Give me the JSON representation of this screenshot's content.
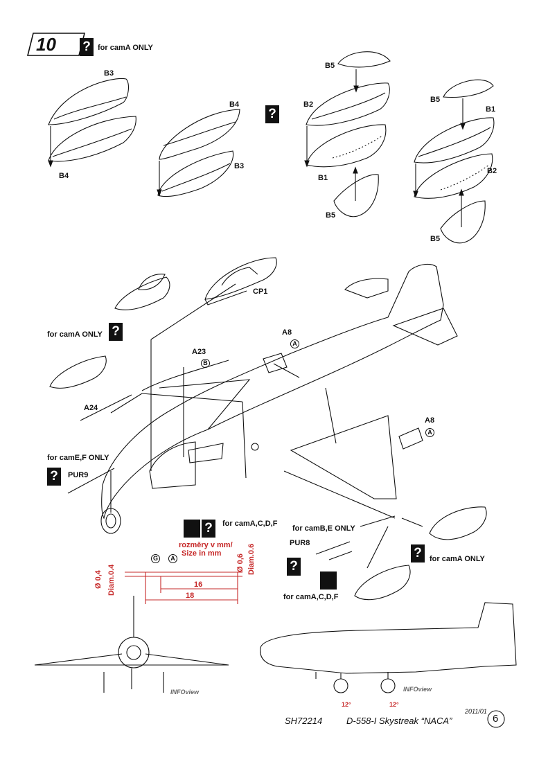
{
  "step": {
    "number": "10"
  },
  "notes": {
    "cam_a_only": "for camA ONLY",
    "cam_b_e_only": "for camB,E  ONLY",
    "cam_e_f_only": "for camE,F  ONLY",
    "cam_acdf_1": "for camA,C,D,F",
    "cam_acdf_2": "for camA,C,D,F"
  },
  "parts": {
    "b3_top": "B3",
    "b4_bottom": "B4",
    "b4_mid": "B4",
    "b3_mid": "B3",
    "b5_top_a": "B5",
    "b2_a": "B2",
    "b1_a": "B1",
    "b5_bottom_a": "B5",
    "b5_top_b": "B5",
    "b1_b": "B1",
    "b2_b": "B2",
    "b5_bottom_b": "B5",
    "cp1": "CP1",
    "a8_top": "A8",
    "a23": "A23",
    "a24": "A24",
    "a8_right": "A8",
    "pur9": "PUR9",
    "pur8": "PUR8"
  },
  "glue": {
    "a": "A",
    "b": "B",
    "g": "G"
  },
  "dimensions": {
    "size_cz": "rozměry v mm/",
    "size_en": "Size in mm",
    "d04": "Ø 0,4",
    "diam04": "Diam.0.4",
    "d06": "Ø 0,6",
    "diam06": "Diam.0.6",
    "len16": "16",
    "len18": "18"
  },
  "views": {
    "infoview_front": "INFOview",
    "infoview_side": "INFOview",
    "angle_1": "12°",
    "angle_2": "12°"
  },
  "footer": {
    "date": "2011/01",
    "code": "SH72214",
    "title": "D-558-I Skystreak “NACA”",
    "page": "6"
  },
  "icons": {
    "question": "?",
    "hand": "hand-icon",
    "drop": "glue-drop-icon"
  },
  "colors": {
    "dimension_red": "#c62828",
    "ink": "#111111"
  }
}
